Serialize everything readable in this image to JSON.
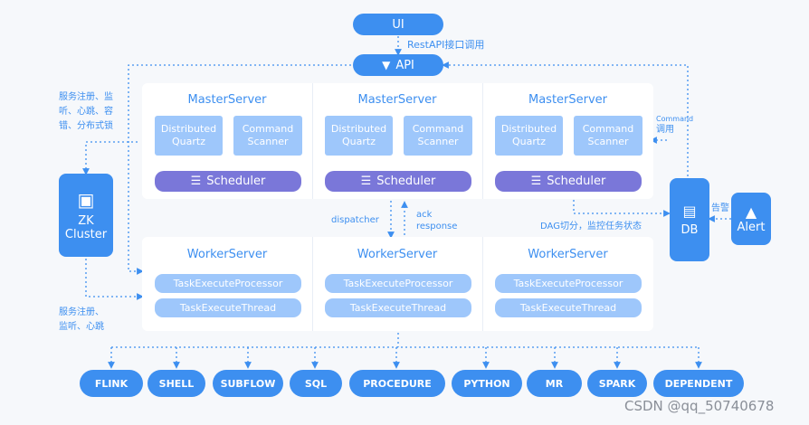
{
  "ui_label": "UI",
  "rest_label": "RestAPI接口调用",
  "api_label": "API",
  "master_title": "MasterServer",
  "worker_title": "WorkerServer",
  "distributed_quartz": "Distributed Quartz",
  "command_scanner": "Command Scanner",
  "scheduler_label": "Scheduler",
  "task_execute_processor": "TaskExecuteProcessor",
  "task_execute_thread": "TaskExecuteThread",
  "zk": {
    "line1": "ZK",
    "line2": "Cluster"
  },
  "db_label": "DB",
  "alert_label": "Alert",
  "notes": {
    "register_master": [
      "服务注册、监",
      "听、心跳、容",
      "错、分布式锁"
    ],
    "register_worker": [
      "服务注册、",
      "监听、心跳"
    ],
    "dispatcher": "dispatcher",
    "ack_response": [
      "ack",
      "response"
    ],
    "command_small": "Command",
    "command_call": "调用",
    "dag": "DAG切分，监控任务状态",
    "alarm": "告警"
  },
  "task_types": [
    "FLINK",
    "SHELL",
    "SUBFLOW",
    "SQL",
    "PROCEDURE",
    "PYTHON",
    "MR",
    "SPARK",
    "DEPENDENT"
  ],
  "watermark": "CSDN @qq_50740678",
  "colors": {
    "primary": "#3d8ff0",
    "light": "#9ec7fb",
    "scheduler": "#7a77d9"
  }
}
